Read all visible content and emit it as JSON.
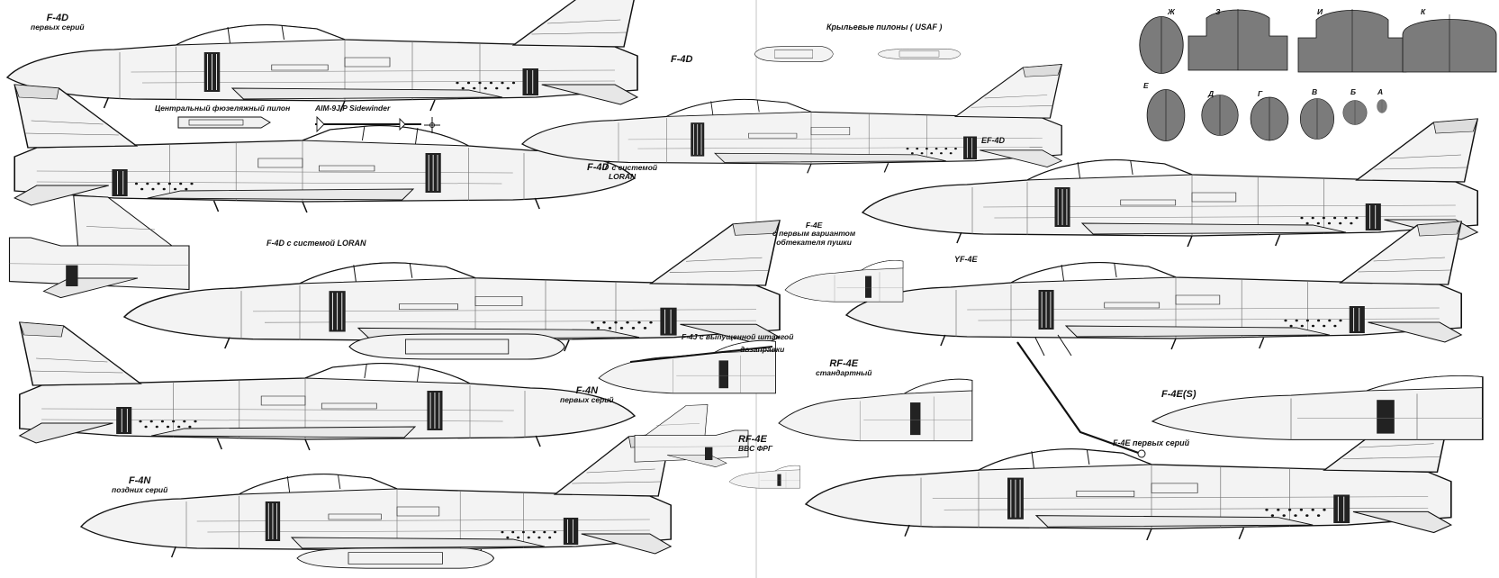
{
  "labels": {
    "f4d_early": "F-4D",
    "f4d_early_sub": "первых серий",
    "center_pylon": "Центральный фюзеляжный пилон",
    "sidewinder": "AIM-9J/P Sidewinder",
    "f4d_top": "F-4D",
    "wing_pylons": "Крыльевые пилоны ( USAF )",
    "f4d_loran_a": "F-4D",
    "f4d_loran_a_sub": "с системой",
    "f4d_loran_a_sub2": "LORAN",
    "f4d_loran_b": "F-4D с системой LORAN",
    "ef4d": "EF-4D",
    "f4e_gun": "F-4E",
    "f4e_gun_sub1": "с первым вариантом",
    "f4e_gun_sub2": "обтекателя пушки",
    "yf4e": "YF-4E",
    "f4j_probe": "F-4J с выпущенной штангой",
    "f4j_probe_2": "дозаправки",
    "f4n_early": "F-4N",
    "f4n_early_sub": "первых серий",
    "rf4e_std": "RF-4E",
    "rf4e_std_sub": "стандартный",
    "f4es": "F-4E(S)",
    "rf4e_frg": "RF-4E",
    "rf4e_frg_sub": "ВВС ФРГ",
    "f4n_late": "F-4N",
    "f4n_late_sub": "поздних серий",
    "f4e_early": "F-4E первых серий"
  },
  "section_letters": [
    "Ж",
    "З",
    "И",
    "К",
    "Е",
    "Д",
    "Г",
    "В",
    "Б",
    "А"
  ]
}
